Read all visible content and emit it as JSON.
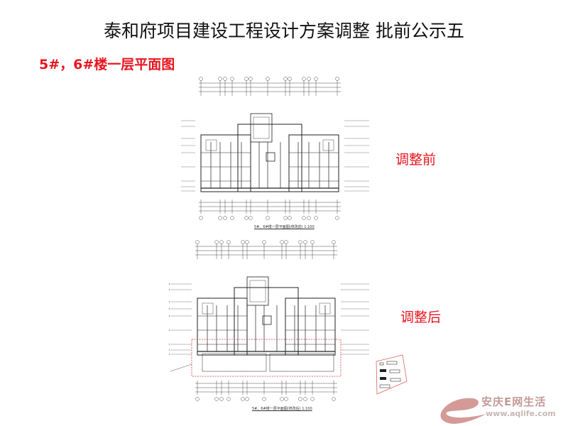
{
  "slide": {
    "title": "泰和府项目建设工程设计方案调整 批前公示五",
    "subtitle": "5#，6#楼一层平面图"
  },
  "plans": [
    {
      "label": "调整前",
      "caption": "5#、6#楼一层平面图(修改前) 1:100"
    },
    {
      "label": "调整后",
      "caption": "5#、6#楼一层平面图(修改后) 1:100"
    }
  ],
  "watermark": {
    "brand": "安庆E网生活",
    "url": "www.aqlife.com"
  },
  "colors": {
    "accent": "#e8141e",
    "markup": "#e03a3a",
    "watermark": "#c49a98"
  }
}
